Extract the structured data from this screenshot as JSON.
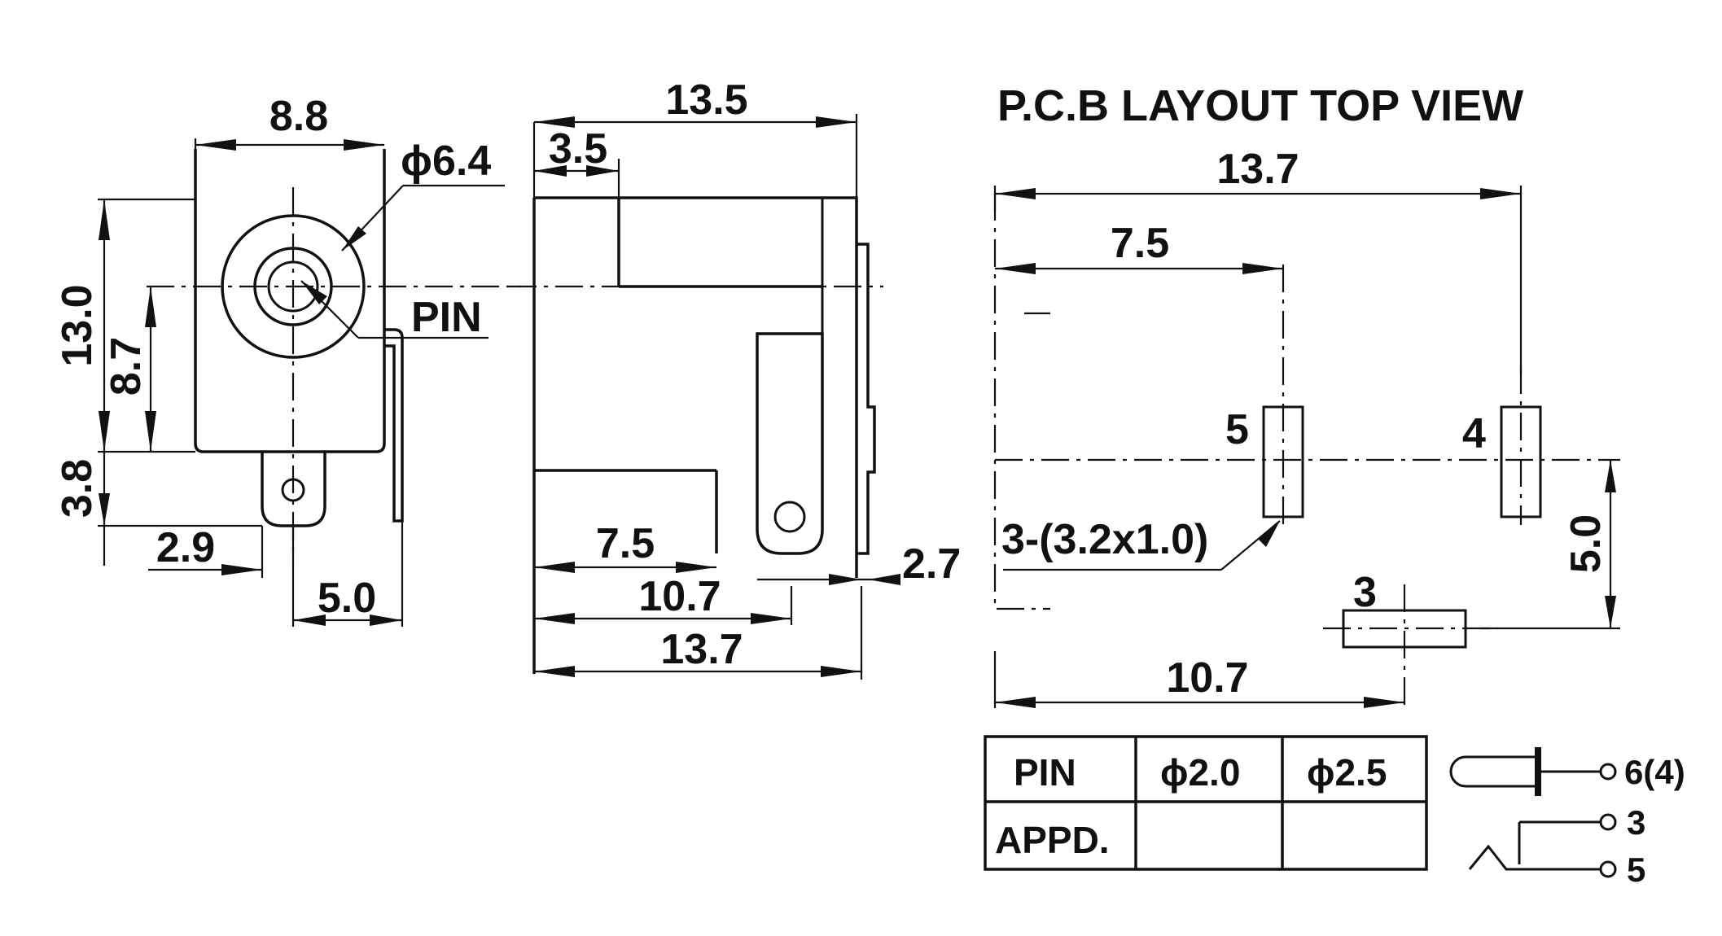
{
  "front_view": {
    "width": "8.8",
    "height": "13.0",
    "center_height": "8.7",
    "tab_height": "3.8",
    "tab_offset": "2.9",
    "pin_offset": "5.0",
    "bore_diameter": "ϕ6.4",
    "pin_label": "PIN"
  },
  "side_view": {
    "top_length": "13.5",
    "front_depth": "3.5",
    "pin_x1": "7.5",
    "pin_x2": "10.7",
    "total_length": "13.7",
    "tab_thickness": "2.7"
  },
  "pcb_layout": {
    "title": "P.C.B LAYOUT  TOP VIEW",
    "width": "13.7",
    "pin5_x": "7.5",
    "pin3_x": "10.7",
    "pin_spacing_y": "5.0",
    "slot_note": "3-(3.2x1.0)",
    "pin_labels": [
      "5",
      "4",
      "3"
    ]
  },
  "pin_table": {
    "headers": [
      "PIN",
      "ϕ2.0",
      "ϕ2.5"
    ],
    "row_label": "APPD."
  },
  "schematic": {
    "terminals": [
      "6(4)",
      "3",
      "5"
    ]
  }
}
